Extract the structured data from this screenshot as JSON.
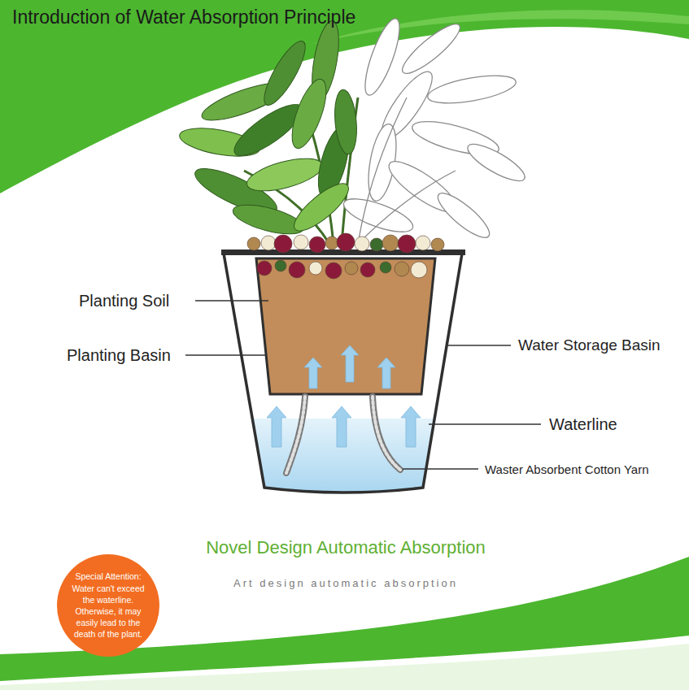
{
  "diagram": {
    "title": "Introduction of Water Absorption Principle",
    "nodes": [
      {
        "text": [
          "Special Attention: Water can't exceed the waterline. Otherwise, it may easily lead to the death of the plant."
        ]
      }
    ],
    "labels": [
      "Planting Soil",
      "Planting Basin",
      "Water Storage Basin",
      "Waterline",
      "Waster Absorbent Cotton Yarn",
      "Novel Design Automatic Absorption",
      "Art design automatic absorption"
    ]
  }
}
